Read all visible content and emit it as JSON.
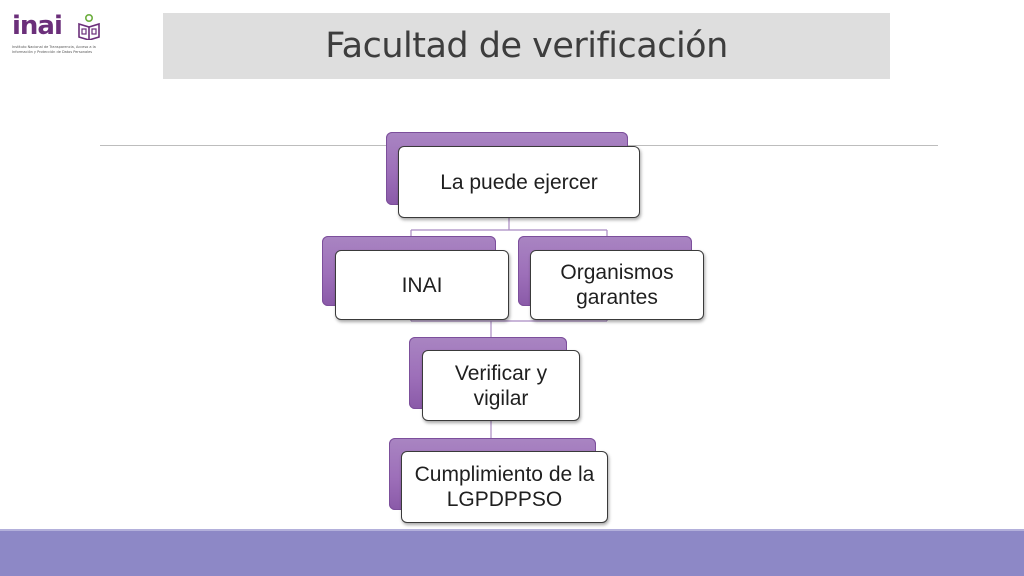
{
  "logo": {
    "wordmark": "inai",
    "subtitle": "Instituto Nacional de Transparencia, Acceso a la Información y Protección de Datos Personales"
  },
  "slide": {
    "title": "Facultad de verificación"
  },
  "diagram": {
    "root": "La puede ejercer",
    "inai": "INAI",
    "organismos": "Organismos garantes",
    "verificar": "Verificar y vigilar",
    "cumplimiento": "Cumplimiento de la LGPDPPSO"
  },
  "colors": {
    "accent_purple": "#9d6fb9",
    "logo_purple": "#6b2f7a",
    "logo_green": "#6cae3e",
    "footer_band": "#8d88c6"
  }
}
